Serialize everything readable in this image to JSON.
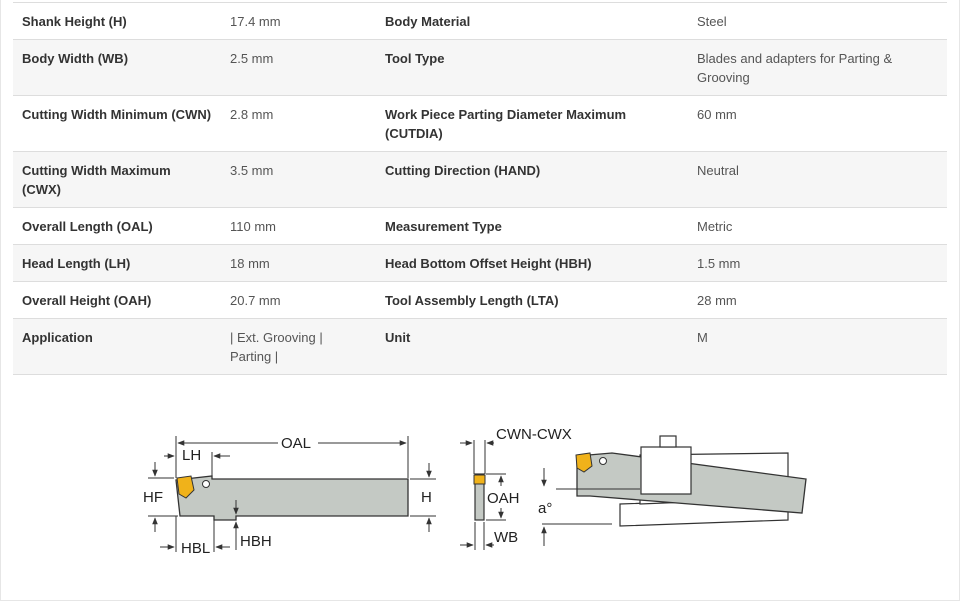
{
  "specs": [
    {
      "label1": "Shank Height (H)",
      "value1": "17.4 mm",
      "label2": "Body Material",
      "value2": "Steel"
    },
    {
      "label1": "Body Width (WB)",
      "value1": "2.5 mm",
      "label2": "Tool Type",
      "value2": "Blades and adapters for Parting & Grooving"
    },
    {
      "label1": "Cutting Width Minimum (CWN)",
      "value1": "2.8 mm",
      "label2": "Work Piece Parting Diameter Maximum (CUTDIA)",
      "value2": "60 mm"
    },
    {
      "label1": "Cutting Width Maximum (CWX)",
      "value1": "3.5 mm",
      "label2": "Cutting Direction (HAND)",
      "value2": "Neutral"
    },
    {
      "label1": "Overall Length (OAL)",
      "value1": "110 mm",
      "label2": "Measurement Type",
      "value2": "Metric"
    },
    {
      "label1": "Head Length (LH)",
      "value1": "18 mm",
      "label2": "Head Bottom Offset Height (HBH)",
      "value2": "1.5 mm"
    },
    {
      "label1": "Overall Height (OAH)",
      "value1": "20.7 mm",
      "label2": "Tool Assembly Length (LTA)",
      "value2": "28 mm"
    },
    {
      "label1": "Application",
      "value1": "| Ext. Grooving | Parting |",
      "label2": "Unit",
      "value2": "M"
    }
  ],
  "diagram": {
    "labels": {
      "oal": "OAL",
      "lh": "LH",
      "hf": "HF",
      "h": "H",
      "hbl": "HBL",
      "hbh": "HBH",
      "cwn_cwx": "CWN-CWX",
      "oah": "OAH",
      "wb": "WB",
      "angle": "a°"
    },
    "colors": {
      "body": "#c4c9c4",
      "insert": "#f0b21a",
      "outline": "#333333",
      "shadow": "#e0e0e0"
    }
  }
}
